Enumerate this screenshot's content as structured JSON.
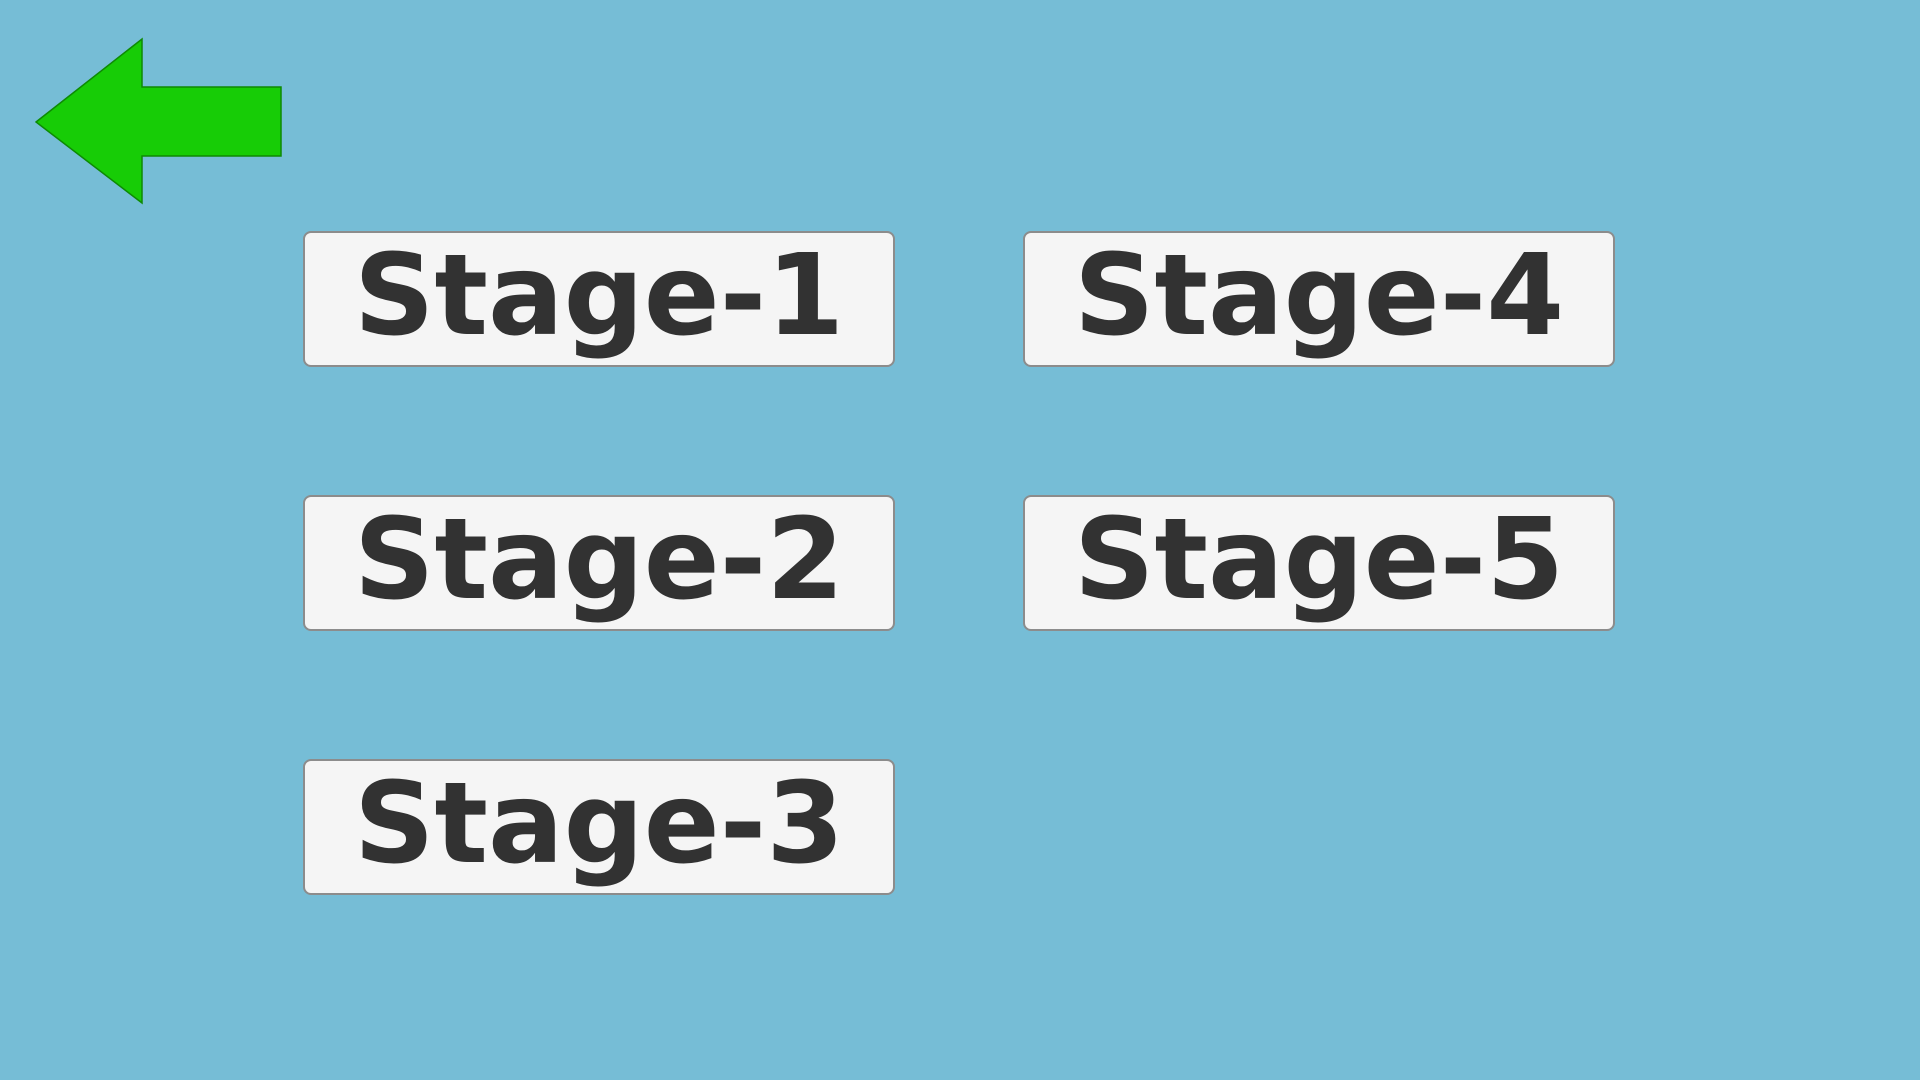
{
  "back_button": {
    "icon": "back-arrow-icon",
    "color": "#17CC06"
  },
  "background_color": "#76BDD6",
  "stages": [
    {
      "label": "Stage-1"
    },
    {
      "label": "Stage-2"
    },
    {
      "label": "Stage-3"
    },
    {
      "label": "Stage-4"
    },
    {
      "label": "Stage-5"
    }
  ]
}
